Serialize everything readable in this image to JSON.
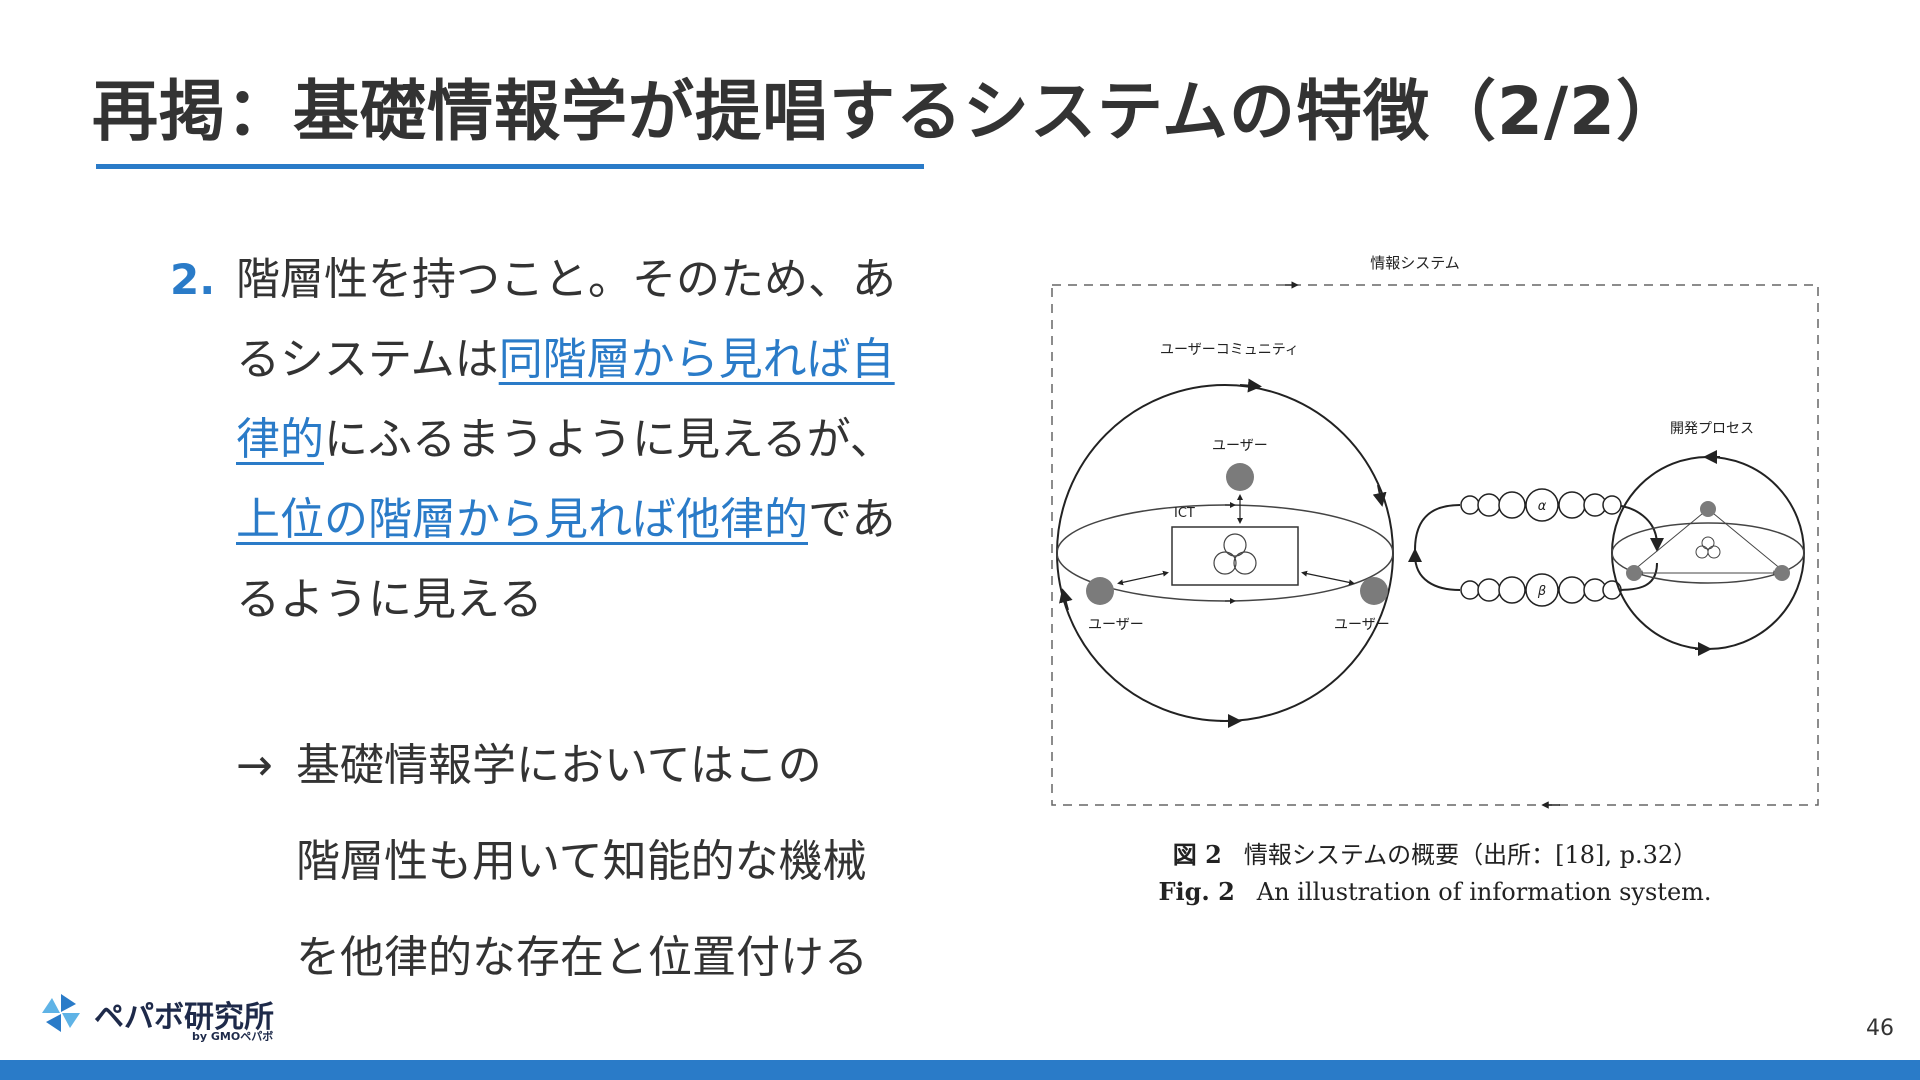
{
  "slide": {
    "title": "再掲：基礎情報学が提唱するシステムの特徴（2/2）",
    "page_number": "46"
  },
  "colors": {
    "accent": "#2a7bc8",
    "text": "#333333"
  },
  "point": {
    "number": "2.",
    "text_1": "階層性を持つこと。そのため、あるシステムは",
    "link_1": "同階層から見れば自律的",
    "text_2": "にふるまうように見えるが、",
    "link_2": "上位の階層から見れば他律的",
    "text_3": "であるように見える"
  },
  "result": {
    "arrow": "→",
    "line_1": "基礎情報学においてはこの",
    "line_2": "階層性も用いて知能的な機械",
    "line_3": "を他律的な存在と位置付ける"
  },
  "figure": {
    "outer_label": "情報システム",
    "community_label": "ユーザーコミュニティ",
    "user_top": "ユーザー",
    "user_left": "ユーザー",
    "user_right": "ユーザー",
    "ict_label": "ICT",
    "process_label": "開発プロセス",
    "alpha": "α",
    "beta": "β",
    "caption_jp_label": "図 2",
    "caption_jp": "情報システムの概要（出所：[18], p.32）",
    "caption_en_label": "Fig. 2",
    "caption_en": "An illustration of information system."
  },
  "logo": {
    "icon": "pepabo-logo-icon",
    "text": "ペパボ研究所",
    "sub": "by GMOペパボ"
  }
}
